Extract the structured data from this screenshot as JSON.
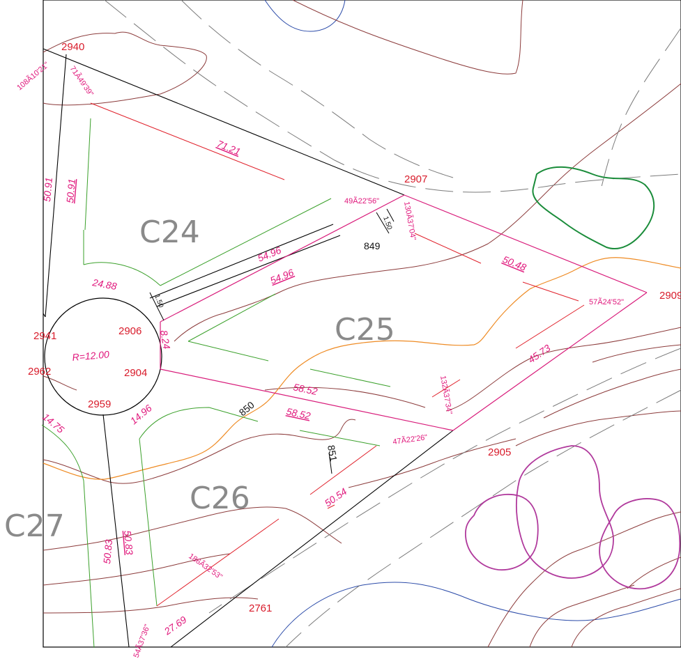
{
  "colors": {
    "frame": "#000000",
    "boundary": "#000000",
    "lot_boundary": "#d81b7a",
    "setback": "#e0202a",
    "building_line": "#3aa02a",
    "contour": "#8b3a3a",
    "water": "#2a4aa8",
    "tree_green": "#1a8c3a",
    "tree_purple": "#b0399c",
    "orange_line": "#ee8a22",
    "grey_road": "#7a7a7a"
  },
  "point_labels": {
    "p2940": "2940",
    "p2907": "2907",
    "p2941": "2941",
    "p2906": "2906",
    "p2962": "2962",
    "p2904": "2904",
    "p2959": "2959",
    "p2909": "2909",
    "p2905": "2905",
    "p2761": "2761"
  },
  "lot_labels": {
    "c24": "C24",
    "c25": "C25",
    "c26": "C26",
    "c27": "C27"
  },
  "dimension_labels": {
    "d71_21": "71.21",
    "d50_91a": "50.91",
    "d50_91b": "50.91",
    "d54_96a": "54.96",
    "d54_96b": "54.96",
    "d24_88": "24.88",
    "d50_48": "50.48",
    "d45_73": "45.73",
    "d58_52a": "58.52",
    "d58_52b": "58.52",
    "d14_96": "14.96",
    "d14_75": "14.75",
    "d50_54": "50.54",
    "d50_83a": "50.83",
    "d50_83b": "50.83",
    "d27_69": "27.69",
    "d8_24": "8.24",
    "radius": "R=12.00"
  },
  "angle_labels": {
    "a108": "108Ã10'21\"",
    "a71": "71Ã49'39\"",
    "a49": "49Ã22'56\"",
    "a130": "130Ã37'04\"",
    "a57": "57Ã24'52\"",
    "a132": "132Ã37'34\"",
    "a47": "47Ã22'26\"",
    "a186": "186Ã32'53\"",
    "a54": "54Ã37'36\""
  },
  "black_labels": {
    "n849": "849",
    "n850": "850",
    "n851": "851",
    "s1_50a": "1.50",
    "s1_50b": "1.50"
  }
}
